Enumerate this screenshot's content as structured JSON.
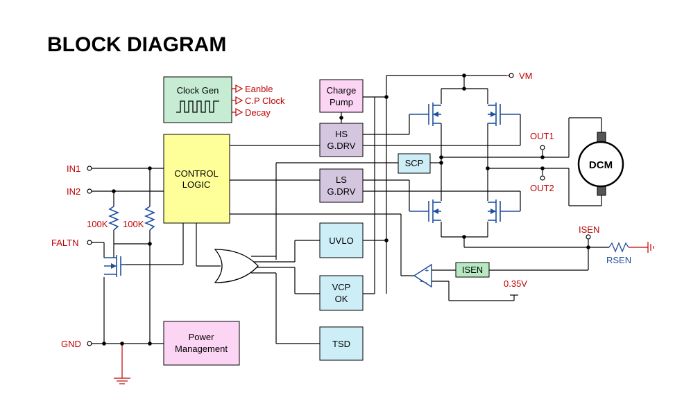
{
  "title": "BLOCK DIAGRAM",
  "blocks": {
    "clock_gen": "Clock Gen",
    "charge_pump_1": "Charge",
    "charge_pump_2": "Pump",
    "hs_1": "HS",
    "hs_2": "G.DRV",
    "ls_1": "LS",
    "ls_2": "G.DRV",
    "control_1": "CONTROL",
    "control_2": "LOGIC",
    "scp": "SCP",
    "uvlo": "UVLO",
    "vcp_1": "VCP",
    "vcp_2": "OK",
    "tsd": "TSD",
    "power_1": "Power",
    "power_2": "Management",
    "isen_block": "ISEN",
    "dcm": "DCM"
  },
  "clock_outputs": [
    "Eanble",
    "C.P Clock",
    "Decay"
  ],
  "pins": {
    "vm": "VM",
    "out1": "OUT1",
    "out2": "OUT2",
    "isen": "ISEN",
    "in1": "IN1",
    "in2": "IN2",
    "faltn": "FALTN",
    "gnd": "GND"
  },
  "components": {
    "res_left": "100K",
    "res_right": "100K",
    "rsen": "RSEN",
    "vref": "0.35V",
    "plus": "+",
    "minus": "-"
  },
  "colors": {
    "pin_red": "#c00000",
    "mosfet_blue": "#1f4e9c",
    "clock_fill": "#c6ecd4",
    "charge_fill": "#fbd5f3",
    "driver_fill": "#d4c6de",
    "control_fill": "#ffff99",
    "cyan_fill": "#cdeef7",
    "power_fill": "#fbd5f3",
    "isen_fill": "#b7e8c2"
  }
}
